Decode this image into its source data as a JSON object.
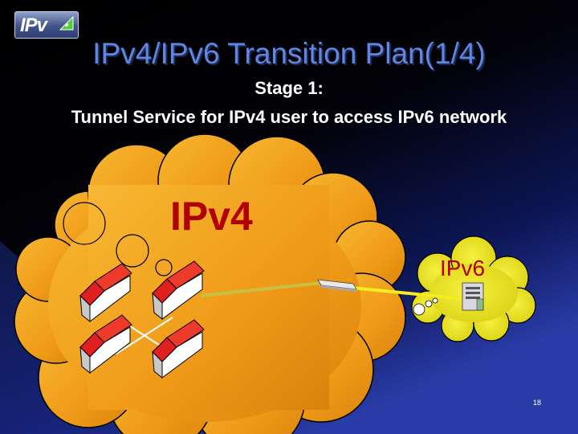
{
  "slide": {
    "logo_text": "IPv",
    "title": "IPv4/IPv6 Transition Plan(1/4)",
    "subtitle_line1": "Stage 1:",
    "subtitle_line2": "Tunnel Service for IPv4 user to access IPv6 network",
    "page_number": "18"
  },
  "diagram": {
    "ipv4_cloud_label": "IPv4",
    "ipv6_cloud_label": "IPv6",
    "colors": {
      "ipv4_cloud": "#f0a020",
      "ipv6_cloud": "#e8e020",
      "house_roof": "#e02020",
      "tunnel_line": "#c8c040",
      "background_accent": "#1c2e8a"
    },
    "icons": [
      "logo-icon",
      "house-icon",
      "router-icon",
      "server-icon"
    ]
  }
}
